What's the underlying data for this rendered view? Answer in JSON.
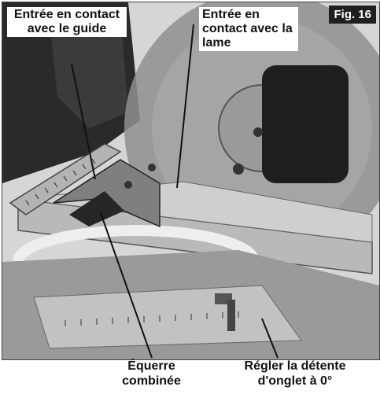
{
  "figure_tag": "Fig. 16",
  "callouts": {
    "fence_contact": "Entrée en contact avec le guide",
    "blade_contact": "Entrée en contact avec la lame"
  },
  "captions": {
    "square": "Équerre combinée",
    "miter_detent": "Régler la détente d'onglet à 0°"
  }
}
